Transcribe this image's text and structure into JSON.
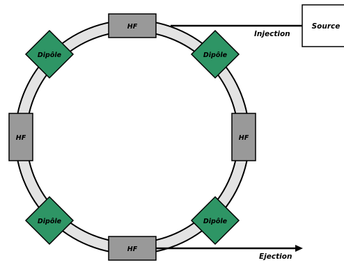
{
  "diagram": {
    "nodes": {
      "hf_top": "HF",
      "hf_left": "HF",
      "hf_right": "HF",
      "hf_bottom": "HF",
      "dipole_tl": "Dipôle",
      "dipole_tr": "Dipôle",
      "dipole_bl": "Dipôle",
      "dipole_br": "Dipôle",
      "source": "Source"
    },
    "labels": {
      "injection": "Injection",
      "ejection": "Ejection"
    },
    "colors": {
      "ring_fill": "#e3e3e3",
      "hf_fill": "#999999",
      "dipole_fill": "#2e9565",
      "outline": "#000000",
      "source_fill": "#ffffff"
    }
  }
}
